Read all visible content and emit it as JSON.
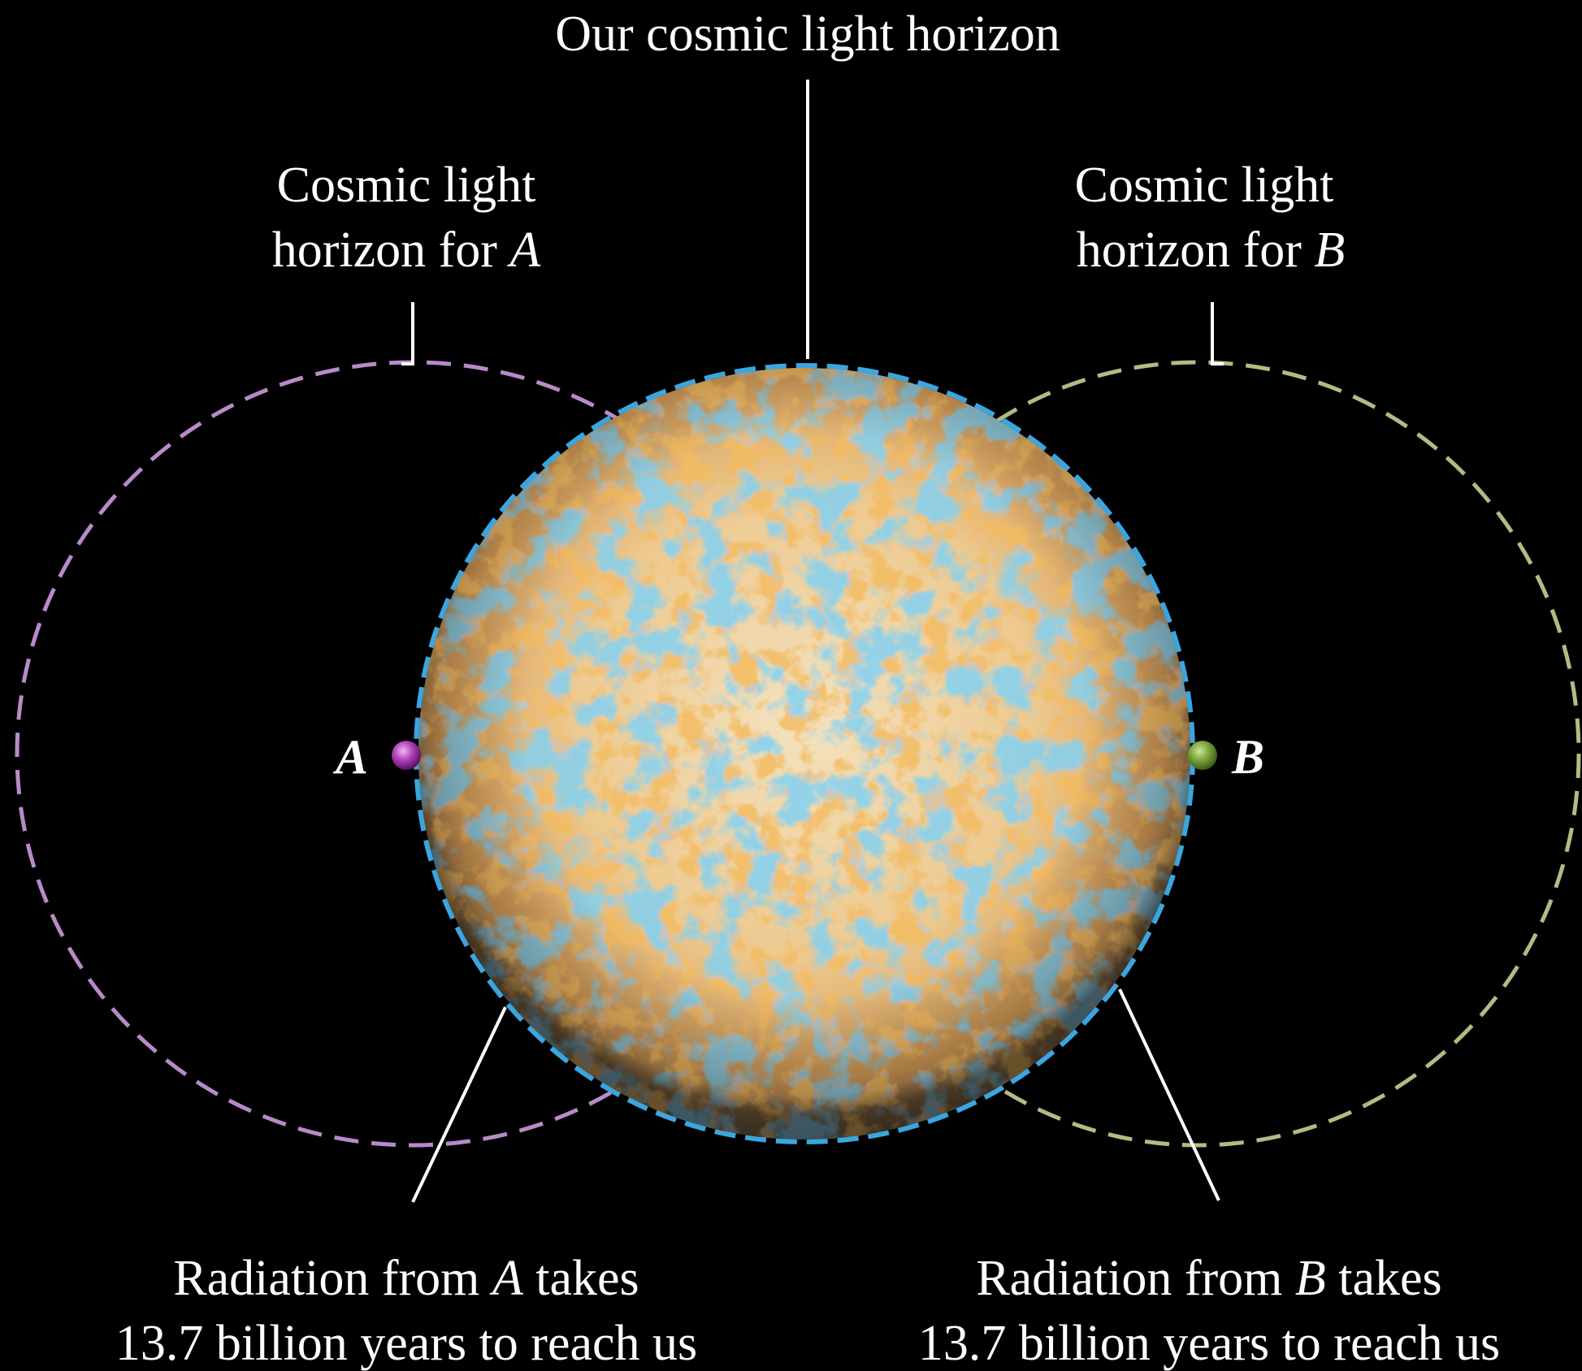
{
  "labels": {
    "our_horizon": "Our cosmic light horizon",
    "horizon_a": {
      "line1": "Cosmic light",
      "line2_prefix": "horizon for ",
      "line2_point": "A"
    },
    "horizon_b": {
      "line1": "Cosmic light",
      "line2_prefix": "horizon for ",
      "line2_point": "B"
    },
    "point_a": "A",
    "point_b": "B",
    "radiation_a": {
      "line1_prefix": "Radiation from ",
      "line1_point": "A",
      "line1_suffix": " takes",
      "line2": "13.7 billion years to reach us"
    },
    "radiation_b": {
      "line1_prefix": "Radiation from ",
      "line1_point": "B",
      "line1_suffix": " takes",
      "line2": "13.7 billion years to reach us"
    }
  },
  "colors": {
    "background": "#000000",
    "text": "#ffffff",
    "our_horizon_dash": "#3aa6e0",
    "horizon_a_dash": "#b88ac8",
    "horizon_b_dash": "#b5ba82",
    "point_a": "#b040b8",
    "point_b": "#7aa63a",
    "cmb_warm": "#e8912e",
    "cmb_cool": "#3ba4e4",
    "cmb_neutral": "#f1dcb4"
  }
}
